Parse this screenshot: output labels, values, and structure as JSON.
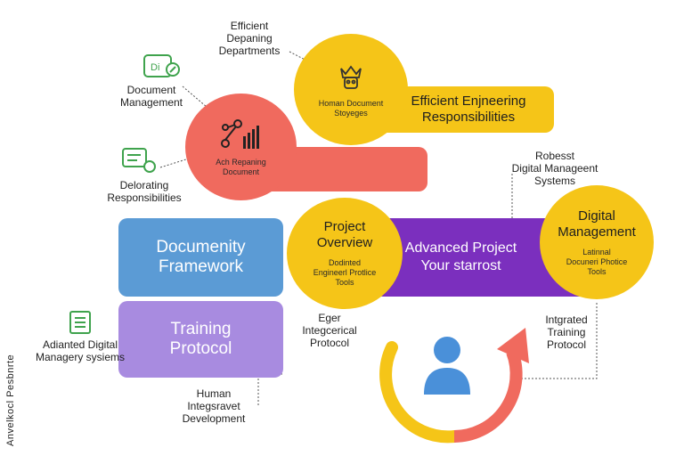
{
  "colors": {
    "yellow": "#F5C518",
    "red": "#F06A5E",
    "blue": "#5B9BD5",
    "lavender": "#A88BE0",
    "purple": "#7B2FBE",
    "green": "#3FA34D",
    "person": "#4A90D9"
  },
  "top_labels": {
    "efficient_departments": "Efficient\nDepaning\nDepartments",
    "document_management": "Document\nManagement",
    "delorating": "Delorating\nResponsibilities",
    "robest": "Robesst\nDigital Manageent\nSystems"
  },
  "yellow_circle_top": {
    "text": "Homan Document\nStoyeges",
    "icon": "crown-robot-icon"
  },
  "yellow_bar_top": {
    "text": "Efficient Enjneering\nResponsibilities"
  },
  "red_circle": {
    "text": "Ach Repaning\nDocument",
    "icon": "network-chart-icon"
  },
  "blue_bar": {
    "text": "Documenity\nFramework"
  },
  "lavender_bar": {
    "text": "Training\nProtocol"
  },
  "project_circle": {
    "title": "Project\nOverview",
    "subtitle": "Dodinted\nEngineerl Protlice\nTools"
  },
  "purple_bar": {
    "text": "Advanced Project\nYour starrost"
  },
  "digital_circle": {
    "title": "Digital\nManagement",
    "subtitle": "Latinnal\nDocuneri Photice\nTools"
  },
  "lower_labels": {
    "eger": "Eger\nIntegcerical\nProtocol",
    "integrated": "Intgrated\nTraining\nProtocol",
    "human": "Human\nIntegsravet\nDevelopment",
    "advanced_digital": "Adianted Digital\nManagery sysiems"
  },
  "vertical_text": "Anvelkocl Pesbnrte"
}
